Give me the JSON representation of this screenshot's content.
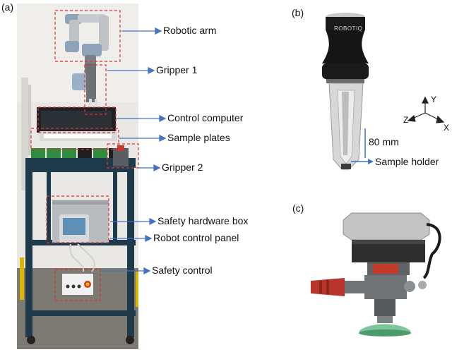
{
  "panels": {
    "a": {
      "letter": "(a)"
    },
    "b": {
      "letter": "(b)"
    },
    "c": {
      "letter": "(c)"
    }
  },
  "panel_a_labels": {
    "robotic_arm": "Robotic arm",
    "gripper_1": "Gripper 1",
    "control_computer": "Control computer",
    "sample_plates": "Sample plates",
    "gripper_2": "Gripper 2",
    "safety_hardware_box": "Safety hardware box",
    "robot_control_panel": "Robot control panel",
    "safety_control": "Safety control"
  },
  "panel_b_labels": {
    "dimension": "80 mm",
    "sample_holder": "Sample holder",
    "axis_y": "Y",
    "axis_z": "Z",
    "axis_x": "X",
    "gripper_brand": "ROBOTIQ"
  },
  "colors": {
    "arrow": "#4472c4",
    "dashed_box": "#e03030",
    "frame": "#1f3a4a",
    "dimension_line": "#3a6fb8"
  }
}
